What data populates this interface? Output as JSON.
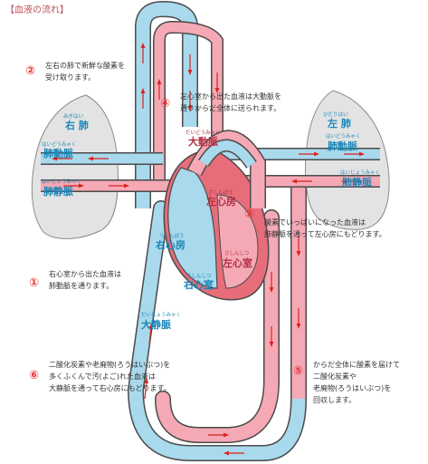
{
  "title": "【血液の流れ】",
  "colors": {
    "blue_vessel": "#a9d9ec",
    "red_vessel": "#f5a9b5",
    "outline": "#4b4b4b",
    "lung": "#e3e3e3",
    "arrow": "#d8231e",
    "number": "#e83838",
    "label_blue": "#1a86b8"
  },
  "steps": [
    {
      "num": "①",
      "lines": [
        "右心室から出た血液は",
        "肺動脈を通ります。"
      ]
    },
    {
      "num": "②",
      "lines": [
        "左右の肺で新鮮な酸素を",
        "受け取ります。"
      ]
    },
    {
      "num": "③",
      "lines": [
        "酸素でいっぱいになった血液は",
        "肺静脈を通って左心房にもどります。"
      ]
    },
    {
      "num": "④",
      "lines": [
        "左心室から出た血液は大動脈を",
        "通りからだ全体に送られます。"
      ]
    },
    {
      "num": "⑤",
      "lines": [
        "からだ全体に酸素を届けて",
        "二酸化炭素や",
        "老廃物(ろうはいぶつ)を",
        "回収します。"
      ]
    },
    {
      "num": "⑥",
      "lines": [
        "二酸化炭素や老廃物(ろうはいぶつ)を",
        "多くふくんで汚(よご)れた血液は",
        "大静脈を通って右心房にもどります。"
      ]
    }
  ],
  "labels": {
    "right_lung": {
      "ruby": "みぎはい",
      "text": "右 肺"
    },
    "left_lung": {
      "ruby": "ひだりはい",
      "text": "左 肺"
    },
    "pa_right": {
      "ruby": "はいどうみゃく",
      "text": "肺動脈"
    },
    "pv_right": {
      "ruby": "はいじょうみゃく",
      "text": "肺静脈"
    },
    "pa_left": {
      "ruby": "はいどうみゃく",
      "text": "肺動脈"
    },
    "pv_left": {
      "ruby": "はいじょうみゃく",
      "text": "肺静脈"
    },
    "aorta": {
      "ruby": "だいどうみゃく",
      "text": "大動脈"
    },
    "left_atrium": {
      "ruby": "さしんぼう",
      "text": "左心房"
    },
    "right_atrium": {
      "ruby": "うしんぼう",
      "text": "右心房"
    },
    "left_ventricle": {
      "ruby": "さしんしつ",
      "text": "左心室"
    },
    "right_ventricle": {
      "ruby": "うしんしつ",
      "text": "右心室"
    },
    "vena_cava": {
      "ruby": "だいじょうみゃく",
      "text": "大静脈"
    }
  }
}
